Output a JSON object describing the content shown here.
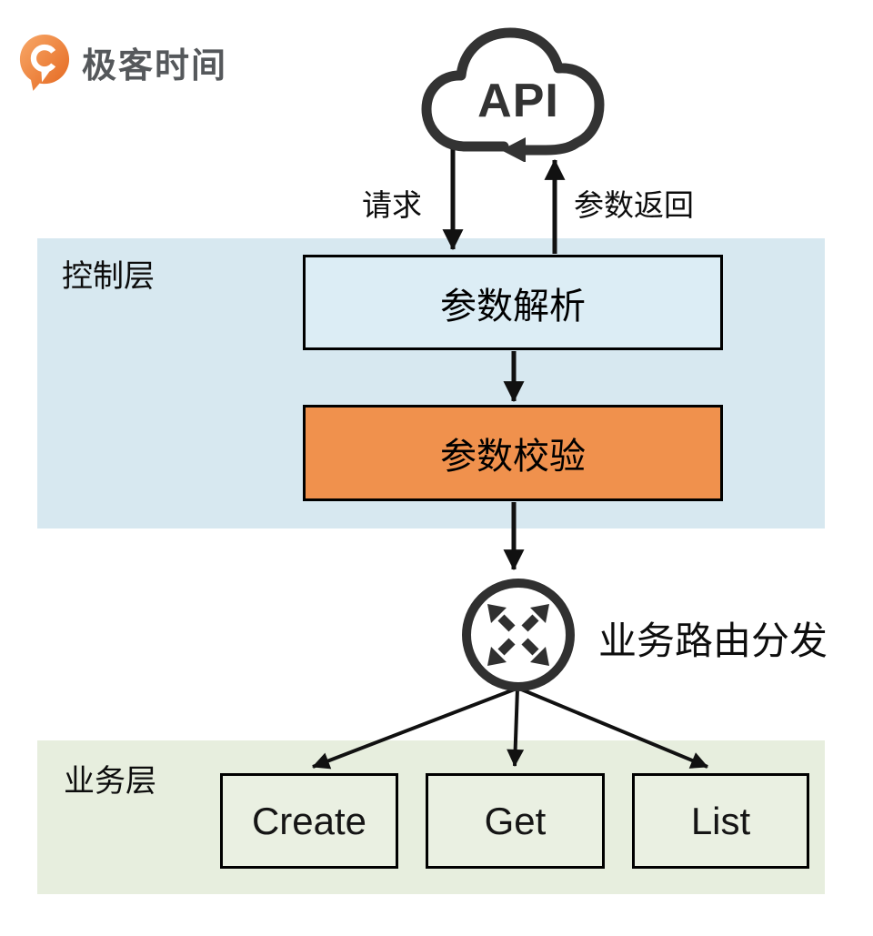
{
  "logo": {
    "brand": "极客时间",
    "accent_color": "#e8732b",
    "text_color": "#55585b"
  },
  "api_cloud": {
    "label": "API",
    "stroke_color": "#333333"
  },
  "flow_labels": {
    "request": "请求",
    "response": "参数返回"
  },
  "control_layer": {
    "label": "控制层",
    "band_color": "#d7e8f0",
    "parse_box": {
      "label": "参数解析",
      "fill": "#dcedf5"
    },
    "validate_box": {
      "label": "参数校验",
      "fill": "#f0914d"
    }
  },
  "router": {
    "label": "业务路由分发",
    "icon_color": "#303030"
  },
  "business_layer": {
    "label": "业务层",
    "band_color": "#e7eede",
    "box_fill": "#eaf0e2",
    "boxes": [
      {
        "label": "Create"
      },
      {
        "label": "Get"
      },
      {
        "label": "List"
      }
    ]
  },
  "line_color": "#111111"
}
